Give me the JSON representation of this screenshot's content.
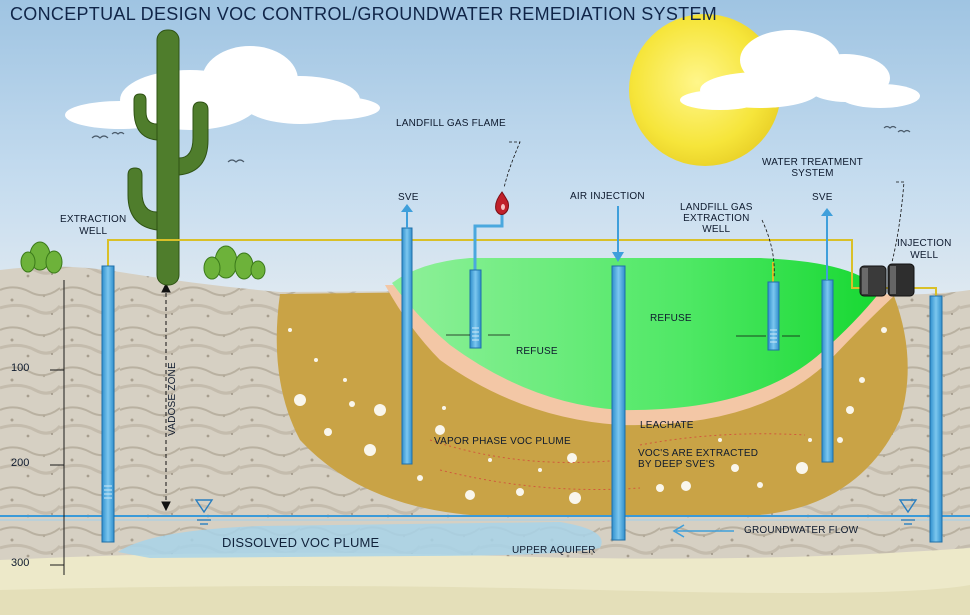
{
  "title": "CONCEPTUAL DESIGN VOC CONTROL/GROUNDWATER REMEDIATION SYSTEM",
  "labels": {
    "extraction_well": "EXTRACTION\nWELL",
    "sve_left": "SVE",
    "landfill_gas_flame": "LANDFILL GAS FLAME",
    "air_injection": "AIR INJECTION",
    "landfill_gas_extraction_well": "LANDFILL GAS\nEXTRACTION\nWELL",
    "water_treatment_system": "WATER TREATMENT\nSYSTEM",
    "sve_right": "SVE",
    "injection_well": "INJECTION\nWELL",
    "refuse_left": "REFUSE",
    "refuse_right": "REFUSE",
    "vadose_zone": "VADOSE ZONE",
    "leachate": "LEACHATE",
    "vapor_phase_voc_plume": "VAPOR PHASE VOC PLUME",
    "vocs_extracted": "VOC'S ARE EXTRACTED\nBY DEEP SVE'S",
    "groundwater_flow": "GROUNDWATER FLOW",
    "dissolved_voc_plume": "DISSOLVED VOC PLUME",
    "upper_aquifer": "UPPER AQUIFER"
  },
  "depth_scale": [
    "100",
    "200",
    "300"
  ],
  "colors": {
    "sky": "#bcd8ec",
    "soil": "#d8d2c6",
    "refuse": "#3ee65a",
    "vapor_plume": "#c7a043",
    "well": "#4aa8de",
    "sun": "#f6e53a",
    "cactus": "#4f7d2c",
    "sand_layer": "#ece8c8"
  }
}
